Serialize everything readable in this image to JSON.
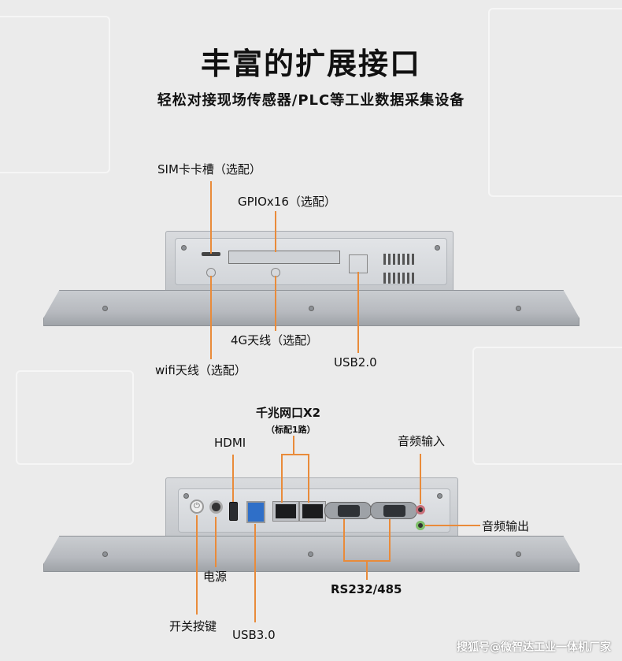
{
  "header": {
    "title": "丰富的扩展接口",
    "subtitle": "轻松对接现场传感器/PLC等工业数据采集设备"
  },
  "top_view": {
    "labels": {
      "sim": "SIM卡卡槽（选配）",
      "gpio": "GPIOx16（选配）",
      "antenna_4g": "4G天线（选配）",
      "wifi": "wifi天线（选配）",
      "usb2": "USB2.0"
    }
  },
  "bottom_view": {
    "labels": {
      "lan": "千兆网口X2",
      "lan_note": "（标配1路）",
      "hdmi": "HDMI",
      "audio_in": "音频输入",
      "audio_out": "音频输出",
      "power": "电源",
      "switch": "开关按键",
      "usb3": "USB3.0",
      "serial": "RS232/485"
    }
  },
  "watermark": "搜狐号@微智达工业一体机厂家",
  "colors": {
    "accent": "#e98b3a",
    "background": "#ebebeb"
  }
}
